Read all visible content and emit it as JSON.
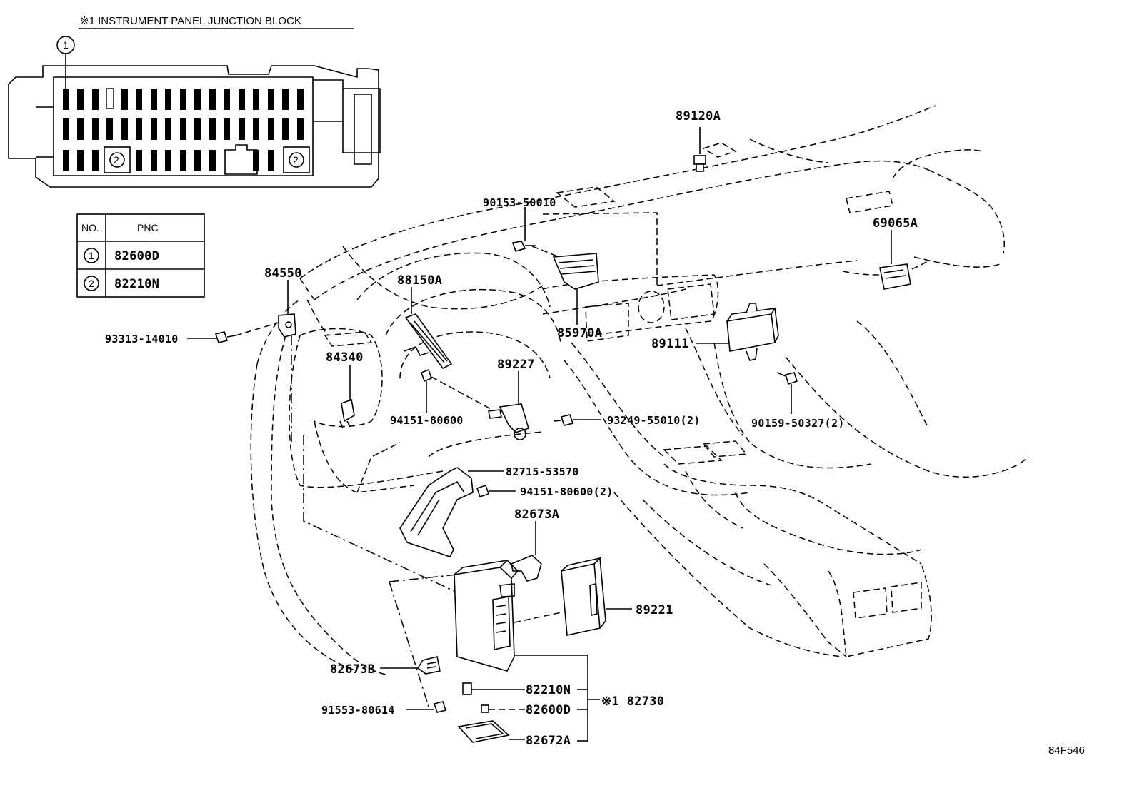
{
  "junction_block": {
    "title": "※1 INSTRUMENT PANEL JUNCTION BLOCK",
    "callout_1": "1",
    "callout_2": "2"
  },
  "pnc_table": {
    "headers": [
      "NO.",
      "PNC"
    ],
    "rows": [
      {
        "no": "1",
        "pnc": "82600D"
      },
      {
        "no": "2",
        "pnc": "82210N"
      }
    ]
  },
  "labels": {
    "p89120A": "89120A",
    "p90153": "90153-50010",
    "p69065A": "69065A",
    "p84550": "84550",
    "p88150A": "88150A",
    "p93313": "93313-14010",
    "p85970A": "85970A",
    "p89111": "89111",
    "p84340": "84340",
    "p89227": "89227",
    "p94151a": "94151-80600",
    "p93249": "93249-55010(2)",
    "p90159": "90159-50327(2)",
    "p82715": "82715-53570",
    "p94151b": "94151-80600(2)",
    "p82673A": "82673A",
    "p89221": "89221",
    "p82673B": "82673B",
    "p82210N": "82210N",
    "p82730": "※1 82730",
    "p91553": "91553-80614",
    "p82600D": "82600D",
    "p82672A": "82672A"
  },
  "diagram_code": "84F546"
}
